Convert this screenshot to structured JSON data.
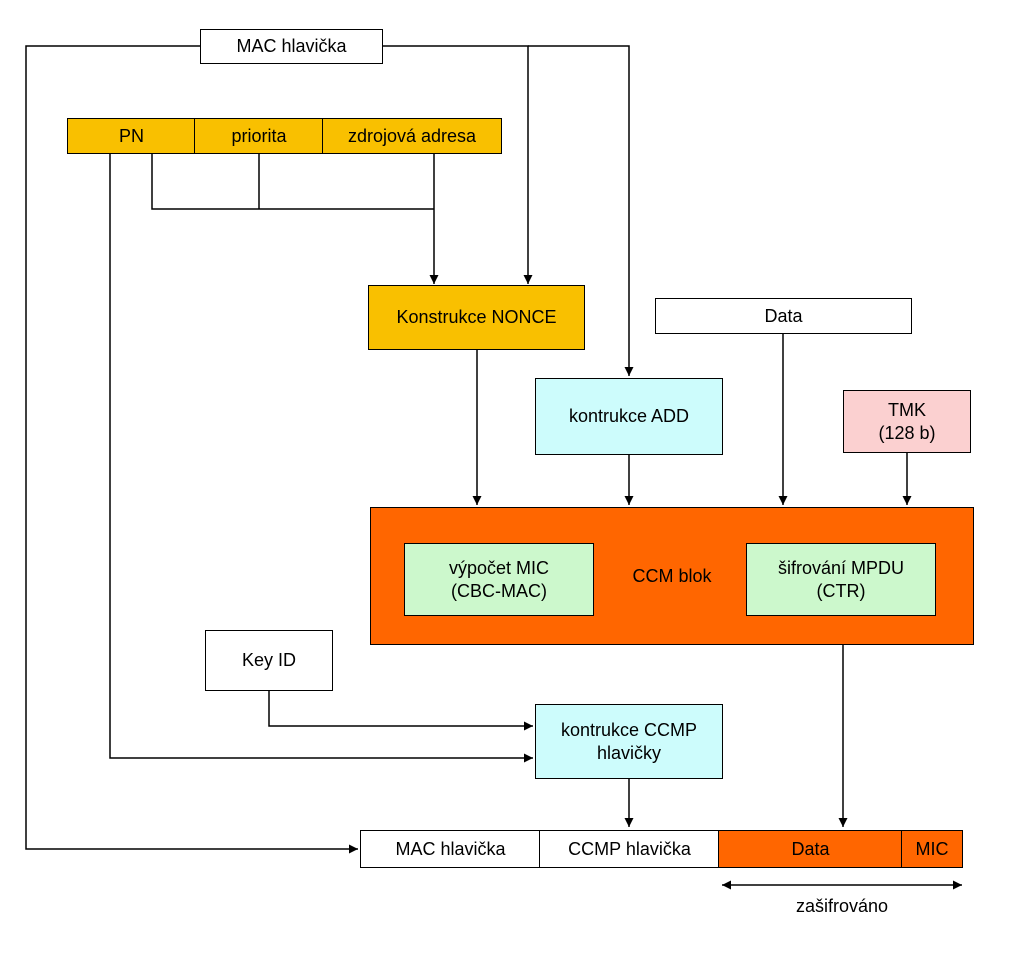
{
  "top_mac_header": "MAC hlavička",
  "fields": {
    "pn": "PN",
    "priority": "priorita",
    "source_address": "zdrojová adresa"
  },
  "nonce": "Konstrukce NONCE",
  "data_input": "Data",
  "add": "kontrukce ADD",
  "tmk": "TMK\n(128 b)",
  "ccm": {
    "title": "CCM blok",
    "mic": "výpočet MIC\n(CBC-MAC)",
    "encrypt": "šifrování MPDU\n(CTR)"
  },
  "key_id": "Key ID",
  "ccmp_header_build": "kontrukce CCMP\nhlavičky",
  "output": {
    "mac_header": "MAC hlavička",
    "ccmp_header": "CCMP hlavička",
    "data": "Data",
    "mic": "MIC"
  },
  "encrypted_label": "zašifrováno",
  "colors": {
    "yellow": "#f9c000",
    "orange": "#ff6600",
    "cyan": "#cdfcfc",
    "pink": "#fbd0d0",
    "green": "#ccf8cc"
  }
}
